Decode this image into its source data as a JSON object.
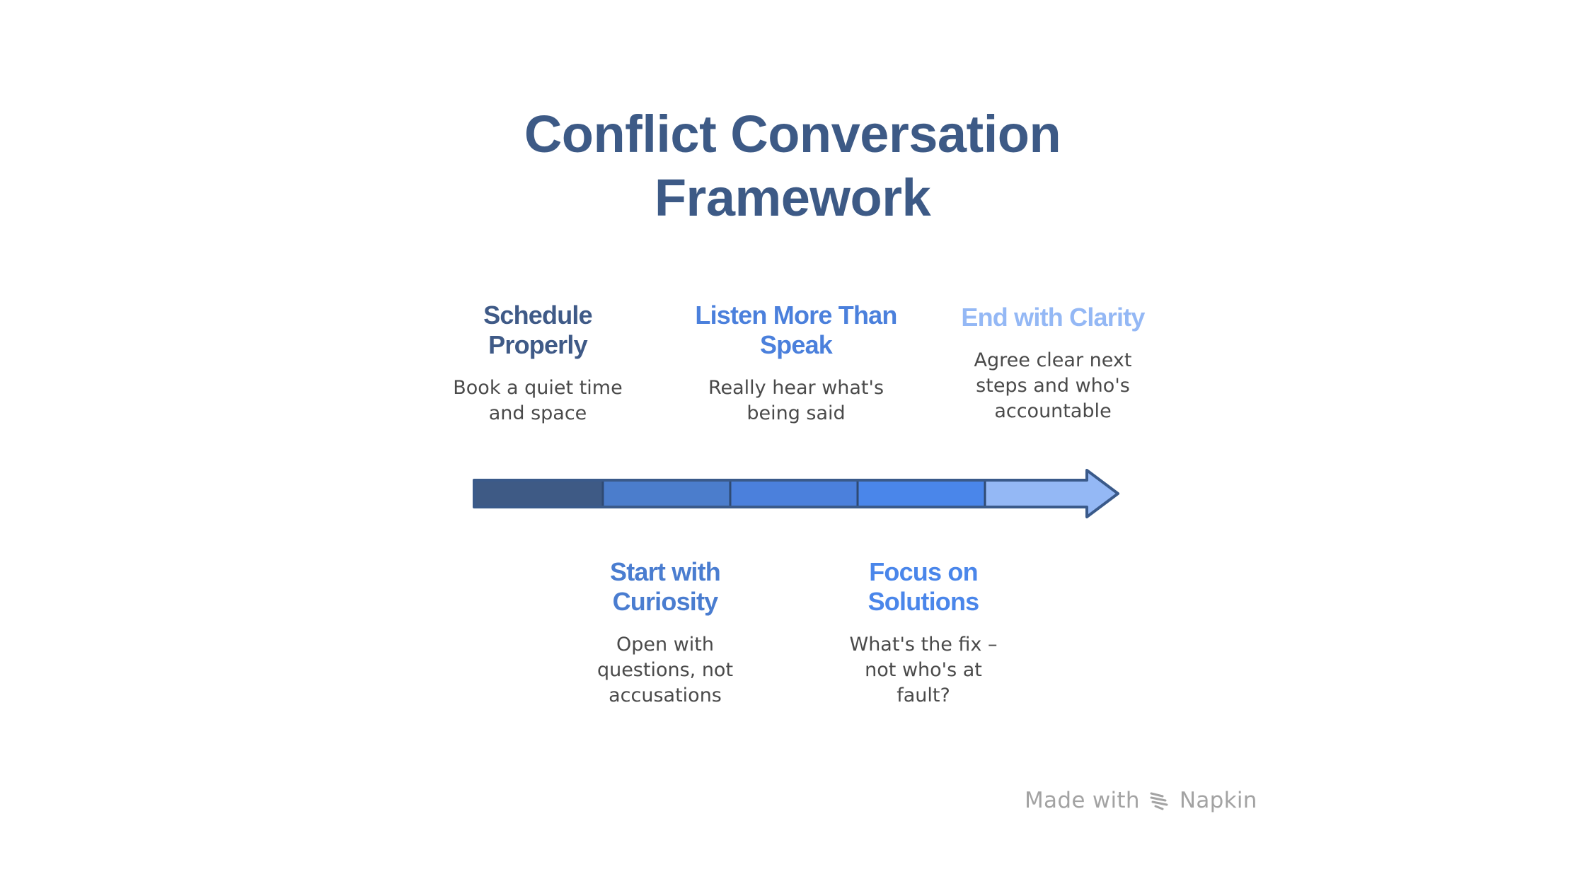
{
  "title": {
    "line1": "Conflict Conversation",
    "line2": "Framework"
  },
  "steps": [
    {
      "heading": [
        "Schedule",
        "Properly"
      ],
      "desc": [
        "Book a quiet time",
        "and space"
      ],
      "color": "#3f5a87"
    },
    {
      "heading": [
        "Start with",
        "Curiosity"
      ],
      "desc": [
        "Open with",
        "questions, not",
        "accusations"
      ],
      "color": "#4a7dd0"
    },
    {
      "heading": [
        "Listen More Than",
        "Speak"
      ],
      "desc": [
        "Really hear what's",
        "being said"
      ],
      "color": "#4b80dc"
    },
    {
      "heading": [
        "Focus on",
        "Solutions"
      ],
      "desc": [
        "What's the fix –",
        "not who's at",
        "fault?"
      ],
      "color": "#4a86ea"
    },
    {
      "heading": [
        "End with Clarity"
      ],
      "desc": [
        "Agree clear next",
        "steps and who's",
        "accountable"
      ],
      "color": "#94b8f5"
    }
  ],
  "arrow_segment_colors": [
    "#3e5a85",
    "#4b7dcc",
    "#4b80dc",
    "#4a86ea",
    "#94b8f5"
  ],
  "footer": {
    "made_with": "Made with",
    "brand": "Napkin",
    "icon": "napkin-logo-icon"
  }
}
